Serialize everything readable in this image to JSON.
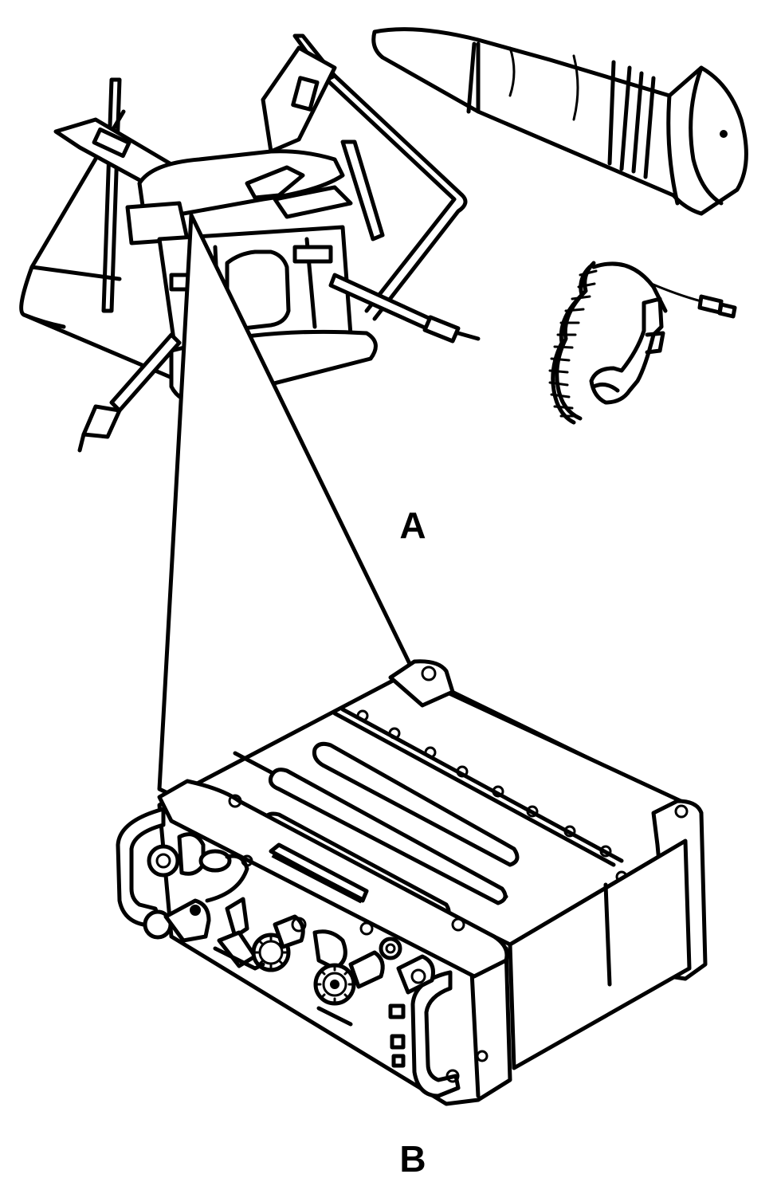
{
  "panels": [
    {
      "id": "A",
      "label": "A"
    },
    {
      "id": "B",
      "label": "B"
    }
  ],
  "colors": {
    "ink": "#000000",
    "paper": "#ffffff"
  }
}
